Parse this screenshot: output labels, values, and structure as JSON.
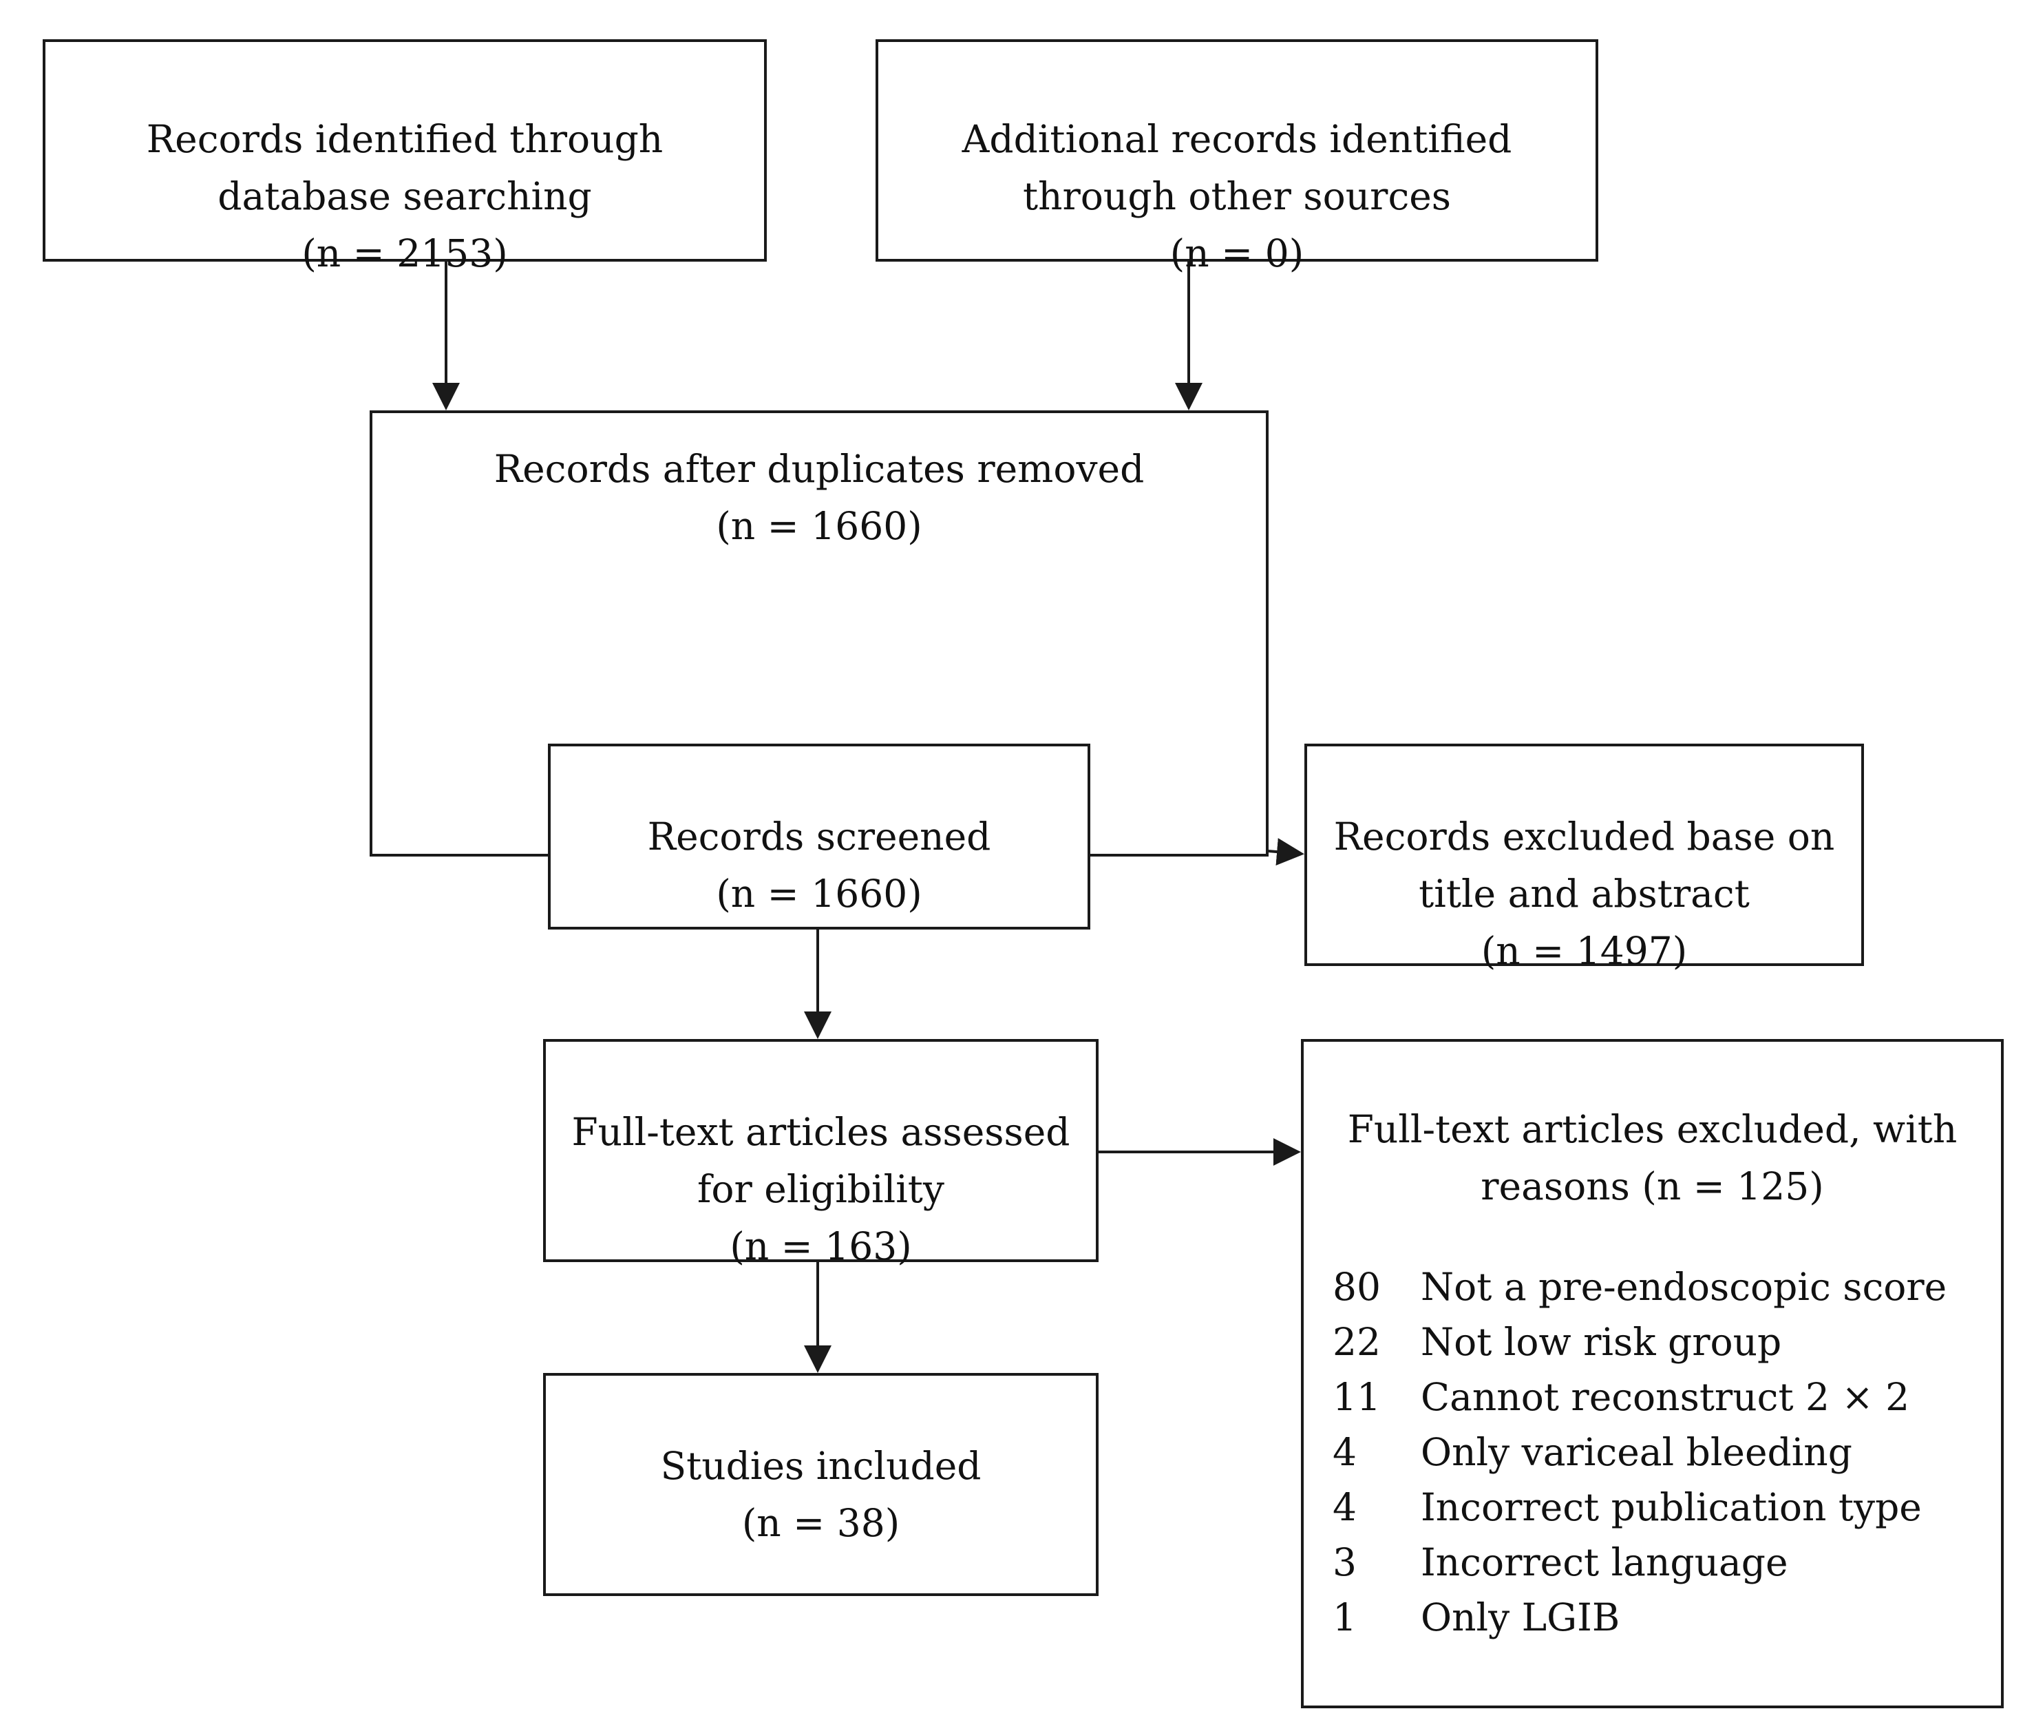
{
  "boxes": {
    "identified_db": {
      "lines": [
        "Records identified through",
        "database searching",
        "(n = 2153)"
      ]
    },
    "identified_other": {
      "lines": [
        "Additional records identified",
        "through other sources",
        "(n = 0)"
      ]
    },
    "after_duplicates": {
      "lines": [
        "Records after duplicates removed",
        "(n = 1660)"
      ]
    },
    "screened": {
      "lines": [
        "Records screened",
        "(n = 1660)"
      ]
    },
    "excluded_title_abstract": {
      "lines": [
        "Records excluded base on",
        "title and abstract",
        "(n = 1497)"
      ]
    },
    "fulltext_assessed": {
      "lines": [
        "Full-text articles assessed",
        "for eligibility",
        "(n = 163)"
      ]
    },
    "fulltext_excluded": {
      "lines": [
        "Full-text articles excluded, with",
        "reasons (n = 125)"
      ],
      "reasons": [
        {
          "count": "80",
          "label": "Not a pre-endoscopic score"
        },
        {
          "count": "22",
          "label": "Not low risk group"
        },
        {
          "count": "11",
          "label": "Cannot reconstruct 2 × 2"
        },
        {
          "count": "4",
          "label": "Only variceal bleeding"
        },
        {
          "count": "4",
          "label": "Incorrect publication type"
        },
        {
          "count": "3",
          "label": "Incorrect language"
        },
        {
          "count": "1",
          "label": "Only LGIB"
        }
      ]
    },
    "included": {
      "lines": [
        "Studies included",
        "(n = 38)"
      ]
    }
  }
}
